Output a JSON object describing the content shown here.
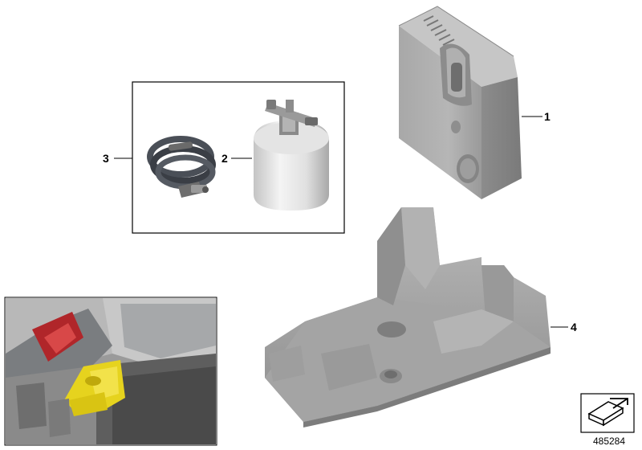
{
  "diagram": {
    "callouts": [
      {
        "number": "1",
        "part": "compressor"
      },
      {
        "number": "2",
        "part": "sealant-bottle"
      },
      {
        "number": "3",
        "part": "hose-set"
      },
      {
        "number": "4",
        "part": "foam-tray"
      }
    ],
    "catalog_number": "485284",
    "icon": "arrow-navigation-icon",
    "colors": {
      "part_gray": "#9c9c9c",
      "part_shadow": "#7a7a7a",
      "part_light": "#c8c8c8",
      "highlight_yellow": "#e6d31e",
      "frame": "#000000"
    }
  }
}
